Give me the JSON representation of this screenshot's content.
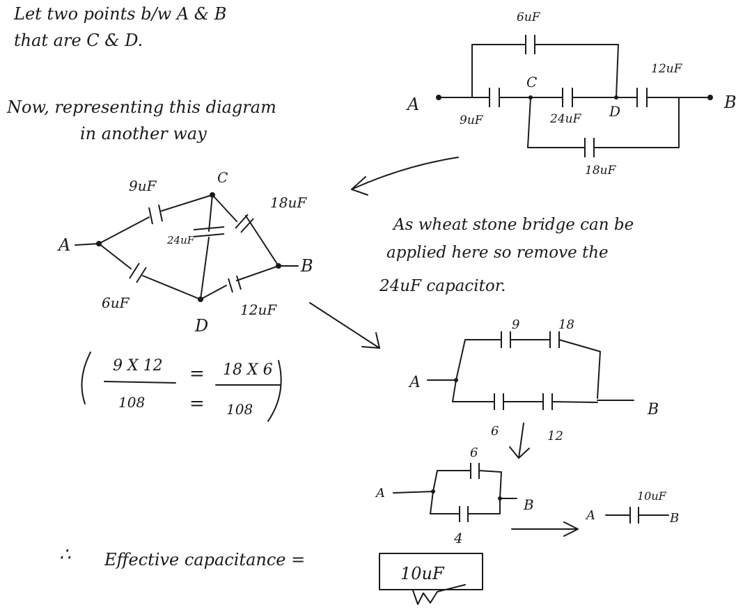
{
  "intro": {
    "line1": "Let two points b/w A & B",
    "line2": "that are C & D.",
    "line3": "Now, representing this diagram",
    "line4": "in another way"
  },
  "circuit1": {
    "node_a": "A",
    "node_b": "B",
    "node_c": "C",
    "node_d": "D",
    "cap_top": "6uF",
    "cap_ac": "9uF",
    "cap_cd": "24uF",
    "cap_db": "12uF",
    "cap_bottom": "18uF"
  },
  "bridge": {
    "node_a": "A",
    "node_b": "B",
    "node_c": "C",
    "node_d": "D",
    "cap_ac": "9uF",
    "cap_cb": "18uF",
    "cap_cd": "24uF",
    "cap_ad": "6uF",
    "cap_db": "12uF"
  },
  "wheatstone": {
    "line1": "As wheat stone bridge can be",
    "line2": "applied here so remove the",
    "line3": "24uF capacitor."
  },
  "ratio": {
    "left_num": "9 X 12",
    "left_den": "108",
    "right_num": "18 X 6",
    "right_den": "108",
    "eq1": "=",
    "eq2": "="
  },
  "circuit2": {
    "node_a": "A",
    "node_b": "B",
    "top_left": "9",
    "top_right": "18",
    "bottom_left": "6",
    "bottom_right": "12"
  },
  "circuit3": {
    "node_a": "A",
    "node_b": "B",
    "top_cap": "6",
    "bottom_cap": "4"
  },
  "circuit4": {
    "node_a": "A",
    "node_b": "B",
    "cap": "10uF"
  },
  "conclusion": {
    "therefore": "∴",
    "label": "Effective capacitance =",
    "value": "10uF"
  }
}
